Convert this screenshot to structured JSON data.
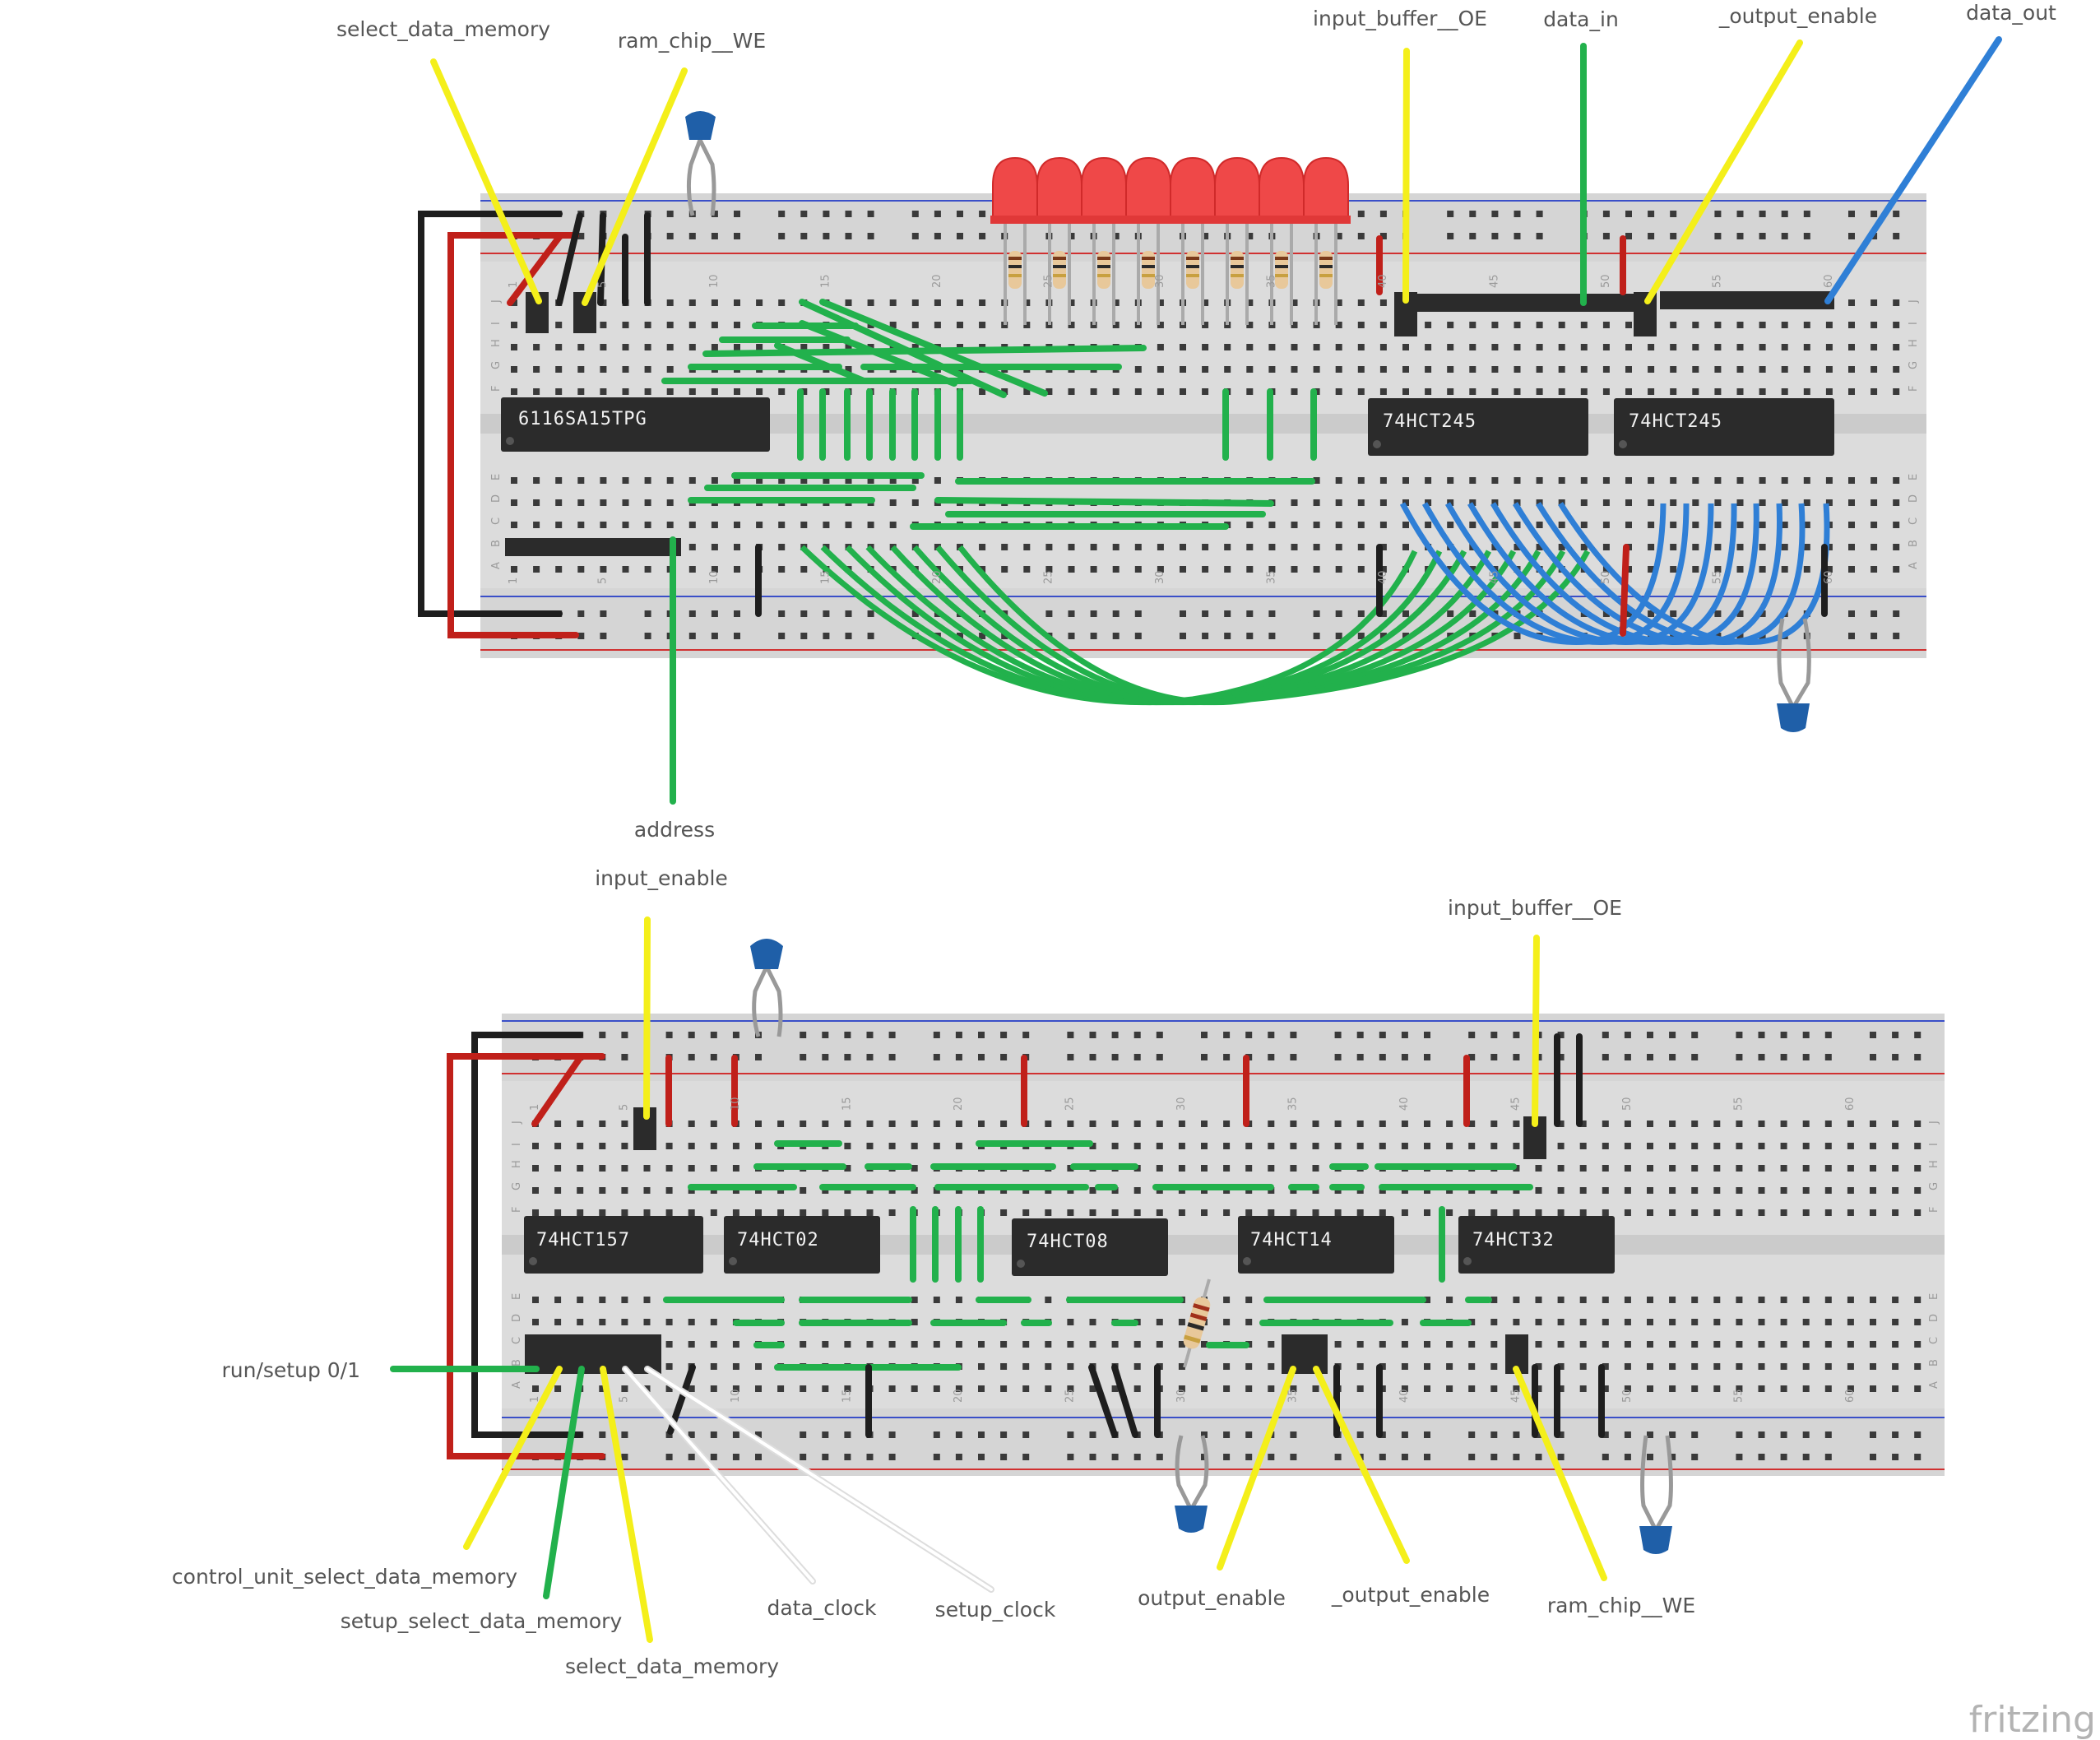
{
  "labels": {
    "top": {
      "select_data_memory": "select_data_memory",
      "ram_chip_we": "ram_chip__WE",
      "input_buffer_oe": "input_buffer__OE",
      "data_in": "data_in",
      "output_enable": "_output_enable",
      "data_out": "data_out",
      "address": "address"
    },
    "bottom": {
      "input_enable": "input_enable",
      "input_buffer_oe": "input_buffer__OE",
      "run_setup": "run/setup 0/1",
      "control_unit_select_data_memory": "control_unit_select_data_memory",
      "setup_select_data_memory": "setup_select_data_memory",
      "select_data_memory": "select_data_memory",
      "data_clock": "data_clock",
      "setup_clock": "setup_clock",
      "output_enable": "output_enable",
      "not_output_enable": "_output_enable",
      "ram_chip_we": "ram_chip__WE"
    }
  },
  "chips": {
    "top": [
      "6116SA15TPG",
      "74HCT245",
      "74HCT245"
    ],
    "bottom": [
      "74HCT157",
      "74HCT02",
      "74HCT08",
      "74HCT14",
      "74HCT32"
    ]
  },
  "row_letters": [
    "J",
    "I",
    "H",
    "G",
    "F",
    "E",
    "D",
    "C",
    "B",
    "A"
  ],
  "col_numbers": [
    "1",
    "5",
    "10",
    "15",
    "20",
    "25",
    "30",
    "35",
    "40",
    "45",
    "50",
    "55",
    "60"
  ],
  "brand": "fritzing",
  "colors": {
    "wire_green": "#22b14c",
    "wire_blue": "#2f7fd6",
    "wire_yellow": "#f4ef1a",
    "wire_red": "#c0201a",
    "wire_black": "#1e1e1e",
    "led_red": "#ef4848",
    "capacitor": "#1f5fa8",
    "breadboard": "#dcdcdc",
    "chip": "#2b2b2b"
  }
}
